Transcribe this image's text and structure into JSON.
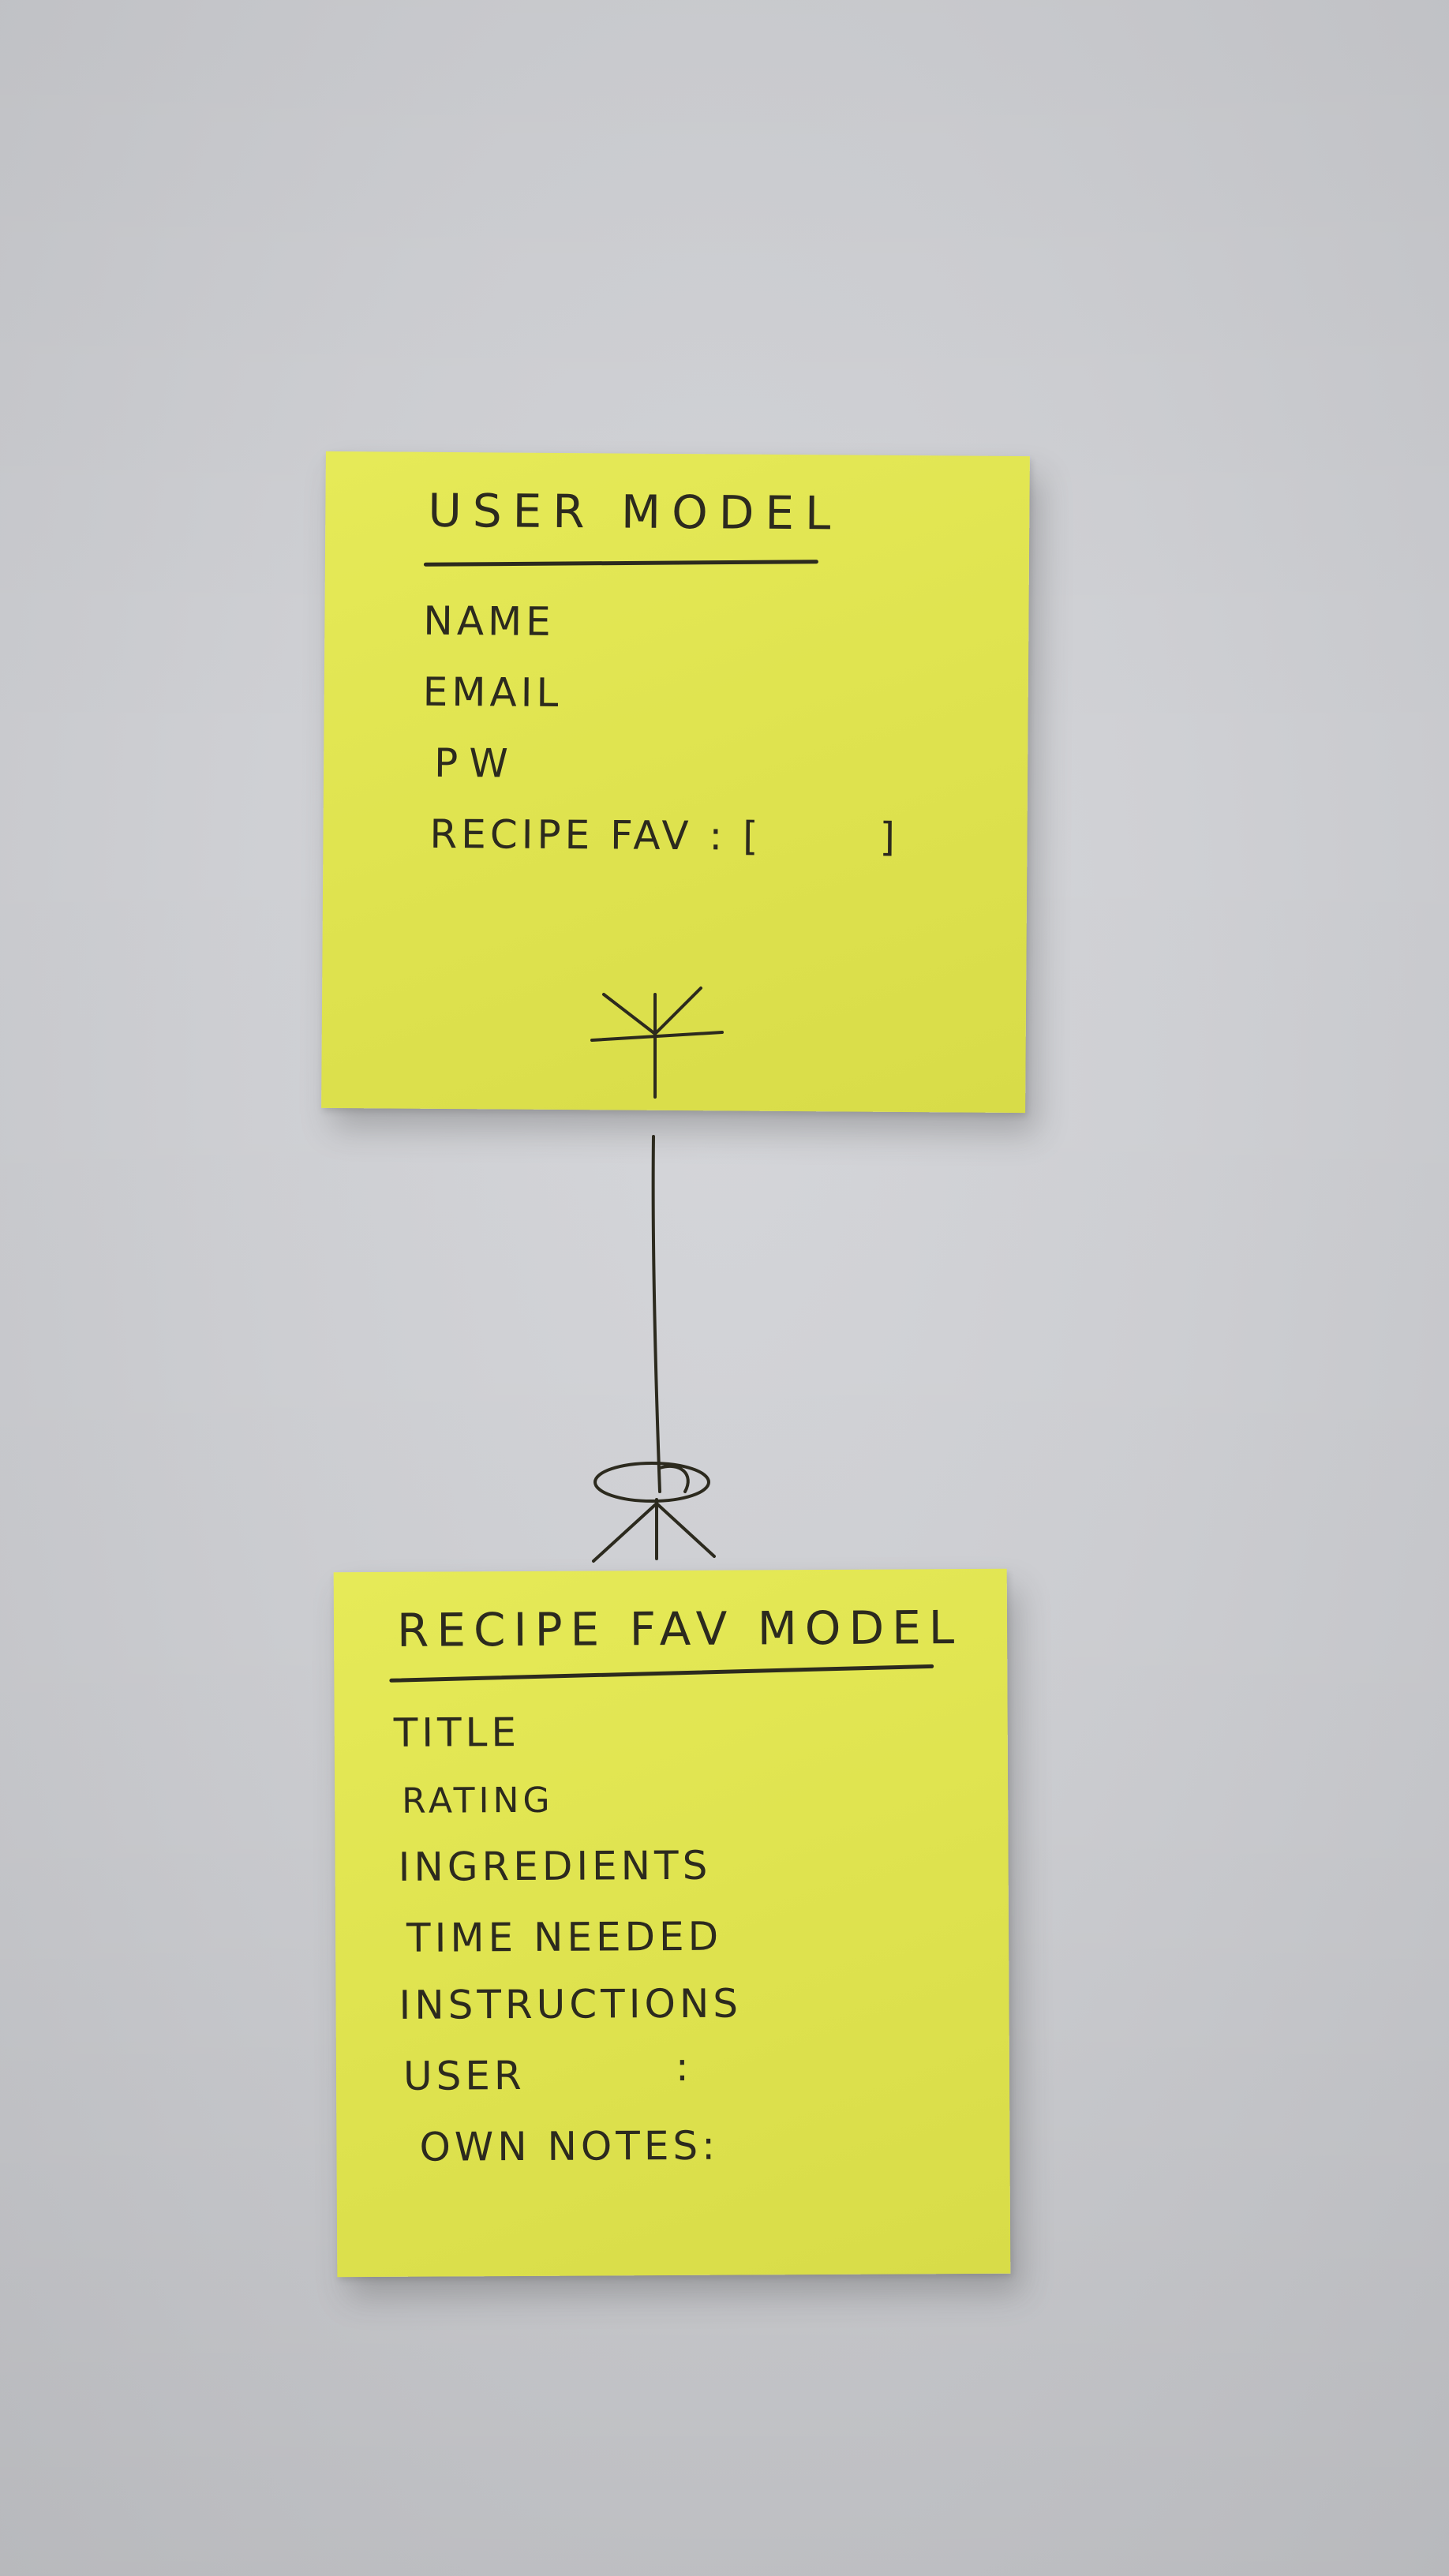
{
  "user_model": {
    "title": "USER MODEL",
    "fields": [
      "NAME",
      "EMAIL",
      "PW",
      "RECIPE FAV : [",
      "]"
    ]
  },
  "recipe_fav_model": {
    "title": "RECIPE FAV MODEL",
    "fields": [
      "TITLE",
      "RATING",
      "INGREDIENTS",
      "TIME NEEDED",
      "INSTRUCTIONS",
      "USER",
      ":",
      "OWN NOTES:"
    ]
  },
  "relationship": {
    "user_end": "many",
    "recipe_end": "zero-or-many"
  },
  "colors": {
    "wall": "#cfd0d4",
    "sticky_note": "#e0e44f",
    "ink": "#2c2a1e"
  }
}
